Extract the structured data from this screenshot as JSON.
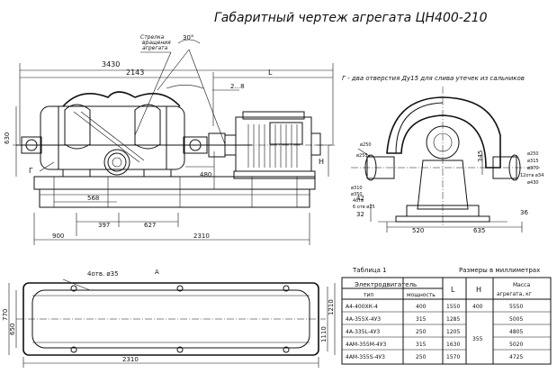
{
  "title": "Габаритный чертеж агрегата ЦН400-210",
  "main_view": {
    "arrow_label_line1": "Стрелка",
    "arrow_label_line2": "вращения",
    "arrow_label_line3": "агрегата",
    "dim_overall": "3430",
    "dim_2143": "2143",
    "dim_L": "L",
    "dim_2_8": "2...8",
    "dim_H": "H",
    "dim_630": "630",
    "dim_480": "480",
    "dim_568": "568",
    "dim_397": "397",
    "dim_627": "627",
    "dim_900": "900",
    "dim_2310": "2310",
    "label_G": "Г",
    "dim_30": "30°"
  },
  "side_view": {
    "note": "Г - два отверстия Ду15 для слива утечек из сальников",
    "dim_520": "520",
    "dim_635": "635",
    "dim_345": "345",
    "dim_42": "42",
    "dim_32": "32",
    "dim_36": "36",
    "labels_left": [
      "ø250",
      "ø255",
      "ø310",
      "ø350",
      "4отв",
      "6 отв ø25"
    ],
    "labels_right": [
      "ø250",
      "ø315",
      "ø370",
      "12отв ø34",
      "ø430"
    ]
  },
  "plan_view": {
    "holes_label": "4отв. ø35",
    "view_label": "А",
    "dim_770": "770",
    "dim_650": "650",
    "dim_1110": "1110",
    "dim_1210": "1210",
    "dim_2310": "2310"
  },
  "table": {
    "caption_left": "Таблица 1",
    "caption_right": "Размеры в миллиметрах",
    "header_group": "Электродвигатель",
    "col_type": "тип",
    "col_power": "мощность",
    "col_L": "L",
    "col_H": "H",
    "col_mass_line1": "Масса",
    "col_mass_line2": "агрегата, кг",
    "rows": [
      {
        "type": "А4-400ХК-4",
        "power": "400",
        "L": "1550",
        "mass": "5550"
      },
      {
        "type": "4А-355Х-4У3",
        "power": "315",
        "L": "1285",
        "mass": "5005"
      },
      {
        "type": "4А-335L-4У3",
        "power": "250",
        "L": "1205",
        "mass": "4805"
      },
      {
        "type": "4АМ-355М-4У3",
        "power": "315",
        "L": "1630",
        "mass": "5020"
      },
      {
        "type": "4АМ-355S-4У3",
        "power": "250",
        "L": "1570",
        "mass": "4725"
      }
    ],
    "H_values": [
      "400",
      "355"
    ]
  }
}
